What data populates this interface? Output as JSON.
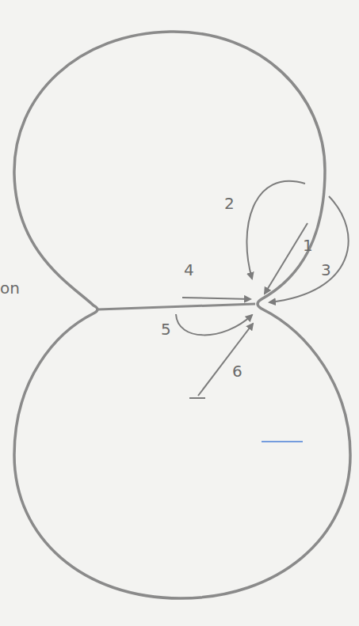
{
  "diagram": {
    "labels": [
      "2",
      "1",
      "4",
      "3",
      "on",
      "5",
      "6"
    ]
  }
}
